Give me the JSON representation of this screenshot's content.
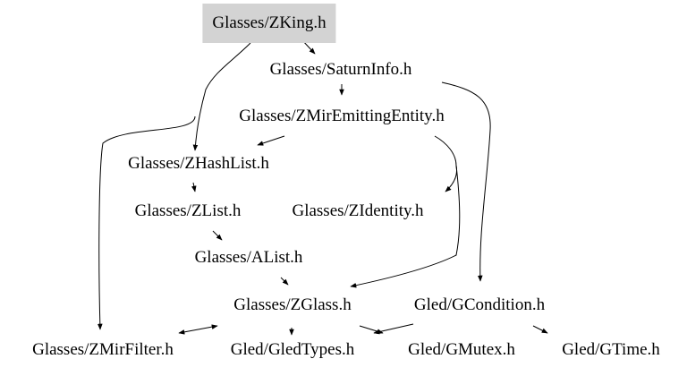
{
  "diagram": {
    "colors": {
      "root_fill": "#d3d3d3",
      "edge": "#000000",
      "text": "#000000"
    },
    "nodes": {
      "zking": "Glasses/ZKing.h",
      "saturninfo": "Glasses/SaturnInfo.h",
      "zmiremitting": "Glasses/ZMirEmittingEntity.h",
      "zhashlist": "Glasses/ZHashList.h",
      "zlist": "Glasses/ZList.h",
      "zidentity": "Glasses/ZIdentity.h",
      "alist": "Glasses/AList.h",
      "zglass": "Glasses/ZGlass.h",
      "gcondition": "Gled/GCondition.h",
      "zmirfilter": "Glasses/ZMirFilter.h",
      "gledtypes": "Gled/GledTypes.h",
      "gmutex": "Gled/GMutex.h",
      "gtime": "Gled/GTime.h"
    },
    "edges": [
      [
        "zking",
        "saturninfo"
      ],
      [
        "zking",
        "zhashlist"
      ],
      [
        "zking",
        "zmirfilter"
      ],
      [
        "saturninfo",
        "zmiremitting"
      ],
      [
        "saturninfo",
        "gcondition"
      ],
      [
        "zmiremitting",
        "zhashlist"
      ],
      [
        "zmiremitting",
        "zidentity"
      ],
      [
        "zmiremitting",
        "zglass"
      ],
      [
        "zhashlist",
        "zlist"
      ],
      [
        "zlist",
        "alist"
      ],
      [
        "alist",
        "zglass"
      ],
      [
        "zglass",
        "zmirfilter"
      ],
      [
        "zglass",
        "gledtypes"
      ],
      [
        "zglass",
        "gmutex"
      ],
      [
        "gcondition",
        "gmutex"
      ],
      [
        "gcondition",
        "gtime"
      ]
    ]
  }
}
